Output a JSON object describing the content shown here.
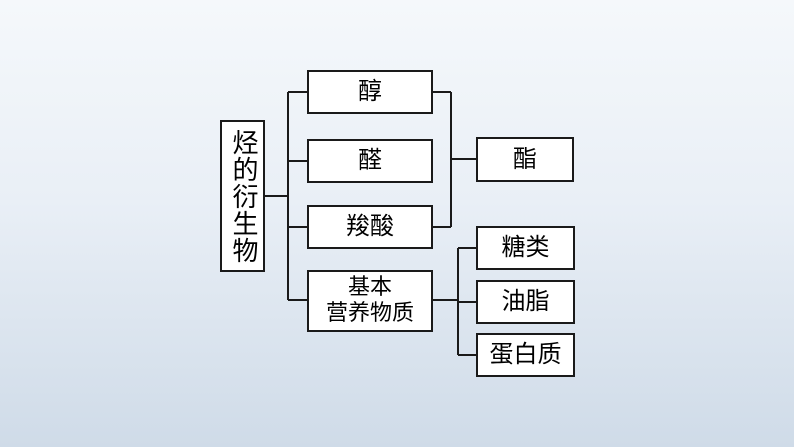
{
  "root": {
    "label": "烃的衍生物"
  },
  "branches": [
    {
      "label": "醇"
    },
    {
      "label": "醛"
    },
    {
      "label": "羧酸"
    },
    {
      "label_line1": "基本",
      "label_line2": "营养物质"
    }
  ],
  "ester": {
    "label": "酯"
  },
  "nutrients": [
    {
      "label": "糖类"
    },
    {
      "label": "油脂"
    },
    {
      "label": "蛋白质"
    }
  ]
}
